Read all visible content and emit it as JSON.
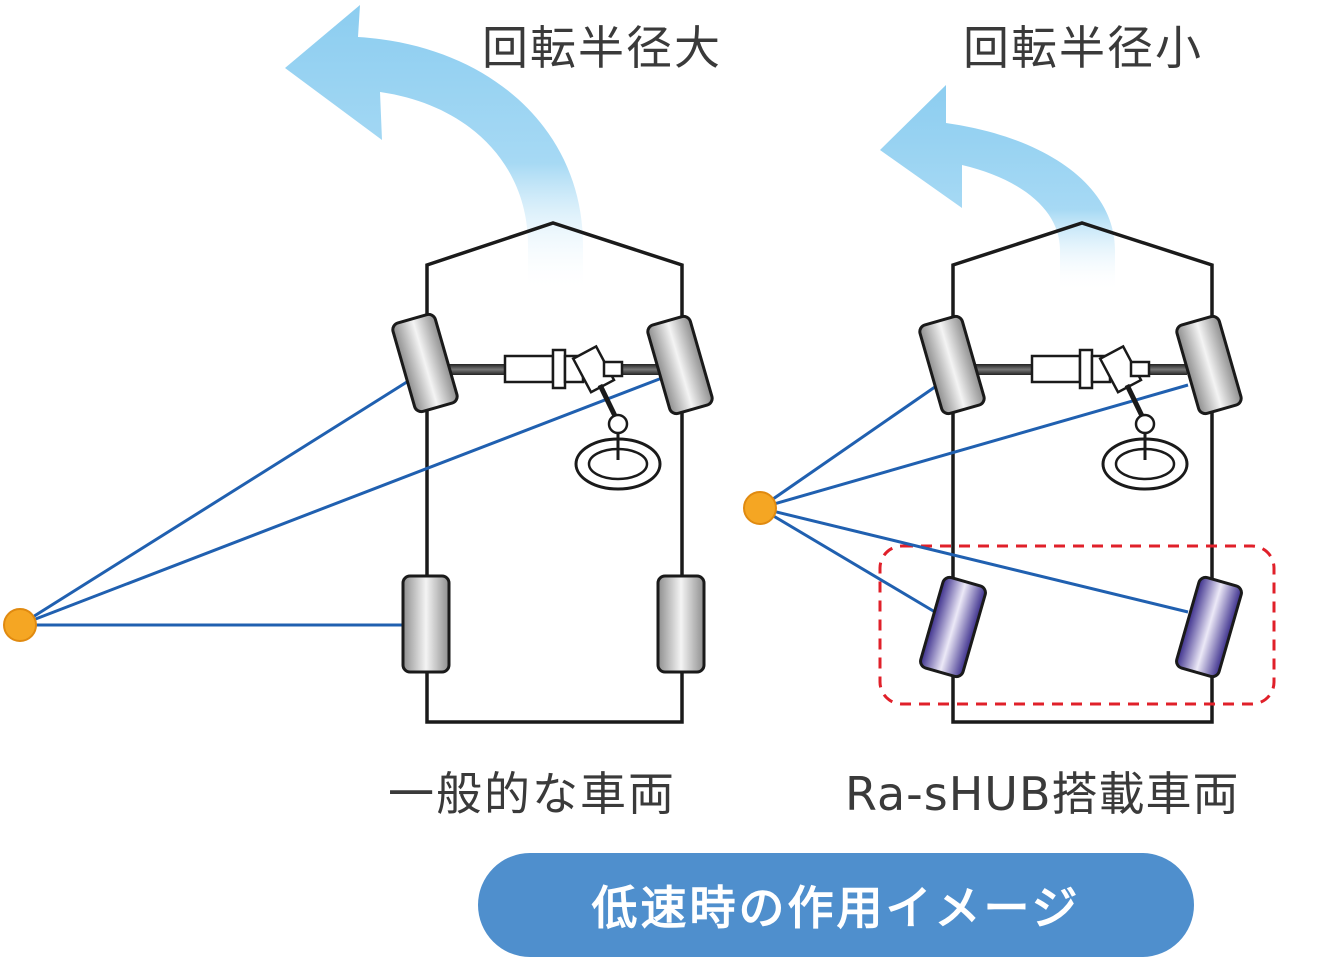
{
  "labels": {
    "large_radius": "回転半径大",
    "small_radius": "回転半径小",
    "conventional_vehicle": "一般的な車両",
    "rashub_vehicle": "Ra-sHUB搭載車両",
    "caption": "低速時の作用イメージ"
  },
  "colors": {
    "turn_arrow": "#8ccdf0",
    "radius_lines": "#2060b0",
    "turn_center": "#f5a623",
    "standard_tire": "#cfcfcf",
    "steered_rear_tire": "#5a4fa8",
    "highlight_box": "#e0202a",
    "caption_pill": "#4f8fcd"
  }
}
